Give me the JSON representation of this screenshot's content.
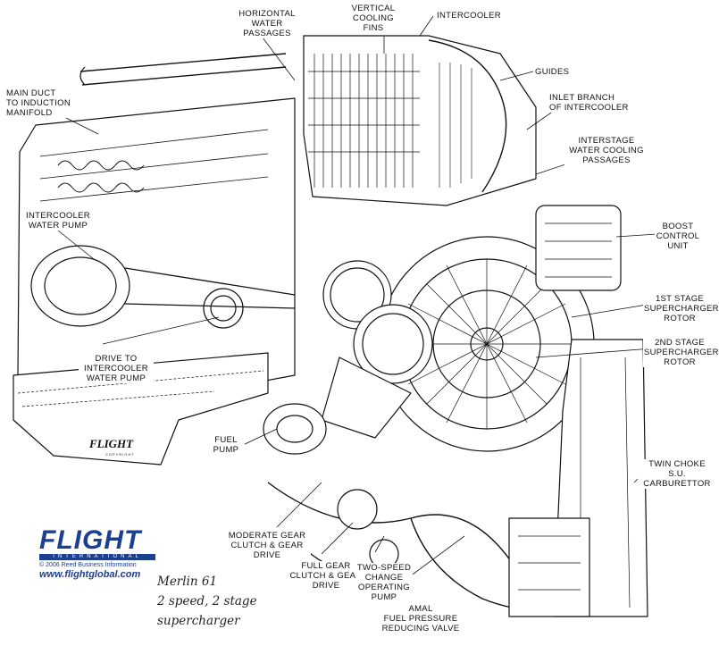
{
  "diagram": {
    "callouts": [
      {
        "id": "horizontal-water-passages",
        "text": "HORIZONTAL\nWATER\nPASSAGES"
      },
      {
        "id": "vertical-cooling-fins",
        "text": "VERTICAL\nCOOLING\nFINS"
      },
      {
        "id": "intercooler",
        "text": "INTERCOOLER"
      },
      {
        "id": "guides",
        "text": "GUIDES"
      },
      {
        "id": "main-duct",
        "text": "MAIN DUCT\nTO INDUCTION\nMANIFOLD"
      },
      {
        "id": "inlet-branch",
        "text": "INLET BRANCH\nOF INTERCOOLER"
      },
      {
        "id": "interstage",
        "text": "INTERSTAGE\nWATER COOLING\nPASSAGES"
      },
      {
        "id": "intercooler-water-pump",
        "text": "INTERCOOLER\nWATER PUMP"
      },
      {
        "id": "boost-control-unit",
        "text": "BOOST\nCONTROL\nUNIT"
      },
      {
        "id": "first-stage-rotor",
        "text": "1st STAGE\nSUPERCHARGER\nROTOR"
      },
      {
        "id": "second-stage-rotor",
        "text": "2nd STAGE\nSUPERCHARGER\nROTOR"
      },
      {
        "id": "drive-to-pump",
        "text": "DRIVE TO\nINTERCOOLER\nWATER PUMP"
      },
      {
        "id": "fuel-pump",
        "text": "FUEL\nPUMP"
      },
      {
        "id": "twin-choke",
        "text": "TWIN CHOKE\nS.U.\nCARBURETTOR"
      },
      {
        "id": "moderate-gear",
        "text": "MODERATE GEAR\nCLUTCH & GEAR\nDRIVE"
      },
      {
        "id": "full-gear",
        "text": "FULL GEAR\nCLUTCH & GEAR\nDRIVE"
      },
      {
        "id": "two-speed",
        "text": "TWO-SPEED\nCHANGE\nOPERATING\nPUMP"
      },
      {
        "id": "amal",
        "text": "AMAL\nFUEL PRESSURE\nREDUCING VALVE"
      }
    ]
  },
  "branding": {
    "logo": "FLIGHT",
    "logo_sub": "INTERNATIONAL",
    "copyright": "© 2006 Reed Business Information",
    "url": "www.flightglobal.com",
    "inline_mark": "FLIGHT",
    "inline_mark_sub": "COPYRIGHT"
  },
  "caption": {
    "line1": "Merlin 61",
    "line2": "2 speed, 2 stage",
    "line3": "supercharger"
  },
  "colors": {
    "brand": "#1c3f8f",
    "ink": "#111111",
    "paper": "#ffffff"
  }
}
